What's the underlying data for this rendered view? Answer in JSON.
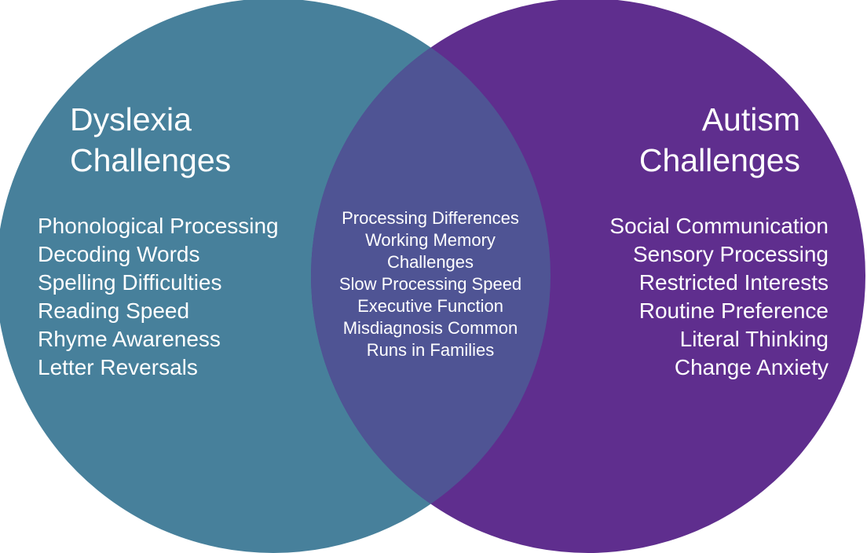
{
  "venn": {
    "background_color": "#ffffff",
    "text_color": "#ffffff",
    "left_circle": {
      "title": "Dyslexia Challenges",
      "color": "#47809B",
      "items": [
        "Phonological Processing",
        "Decoding Words",
        "Spelling Difficulties",
        "Reading Speed",
        "Rhyme Awareness",
        "Letter Reversals"
      ]
    },
    "right_circle": {
      "title": "Autism Challenges",
      "color": "#5F2E8E",
      "items": [
        "Social Communication",
        "Sensory Processing",
        "Restricted Interests",
        "Routine Preference",
        "Literal Thinking",
        "Change Anxiety"
      ]
    },
    "overlap": {
      "color": "#4F5494",
      "items": [
        "Processing Differences",
        "Working Memory Challenges",
        "Slow Processing Speed",
        "Executive Function",
        "Misdiagnosis Common",
        "Runs in Families"
      ]
    }
  }
}
